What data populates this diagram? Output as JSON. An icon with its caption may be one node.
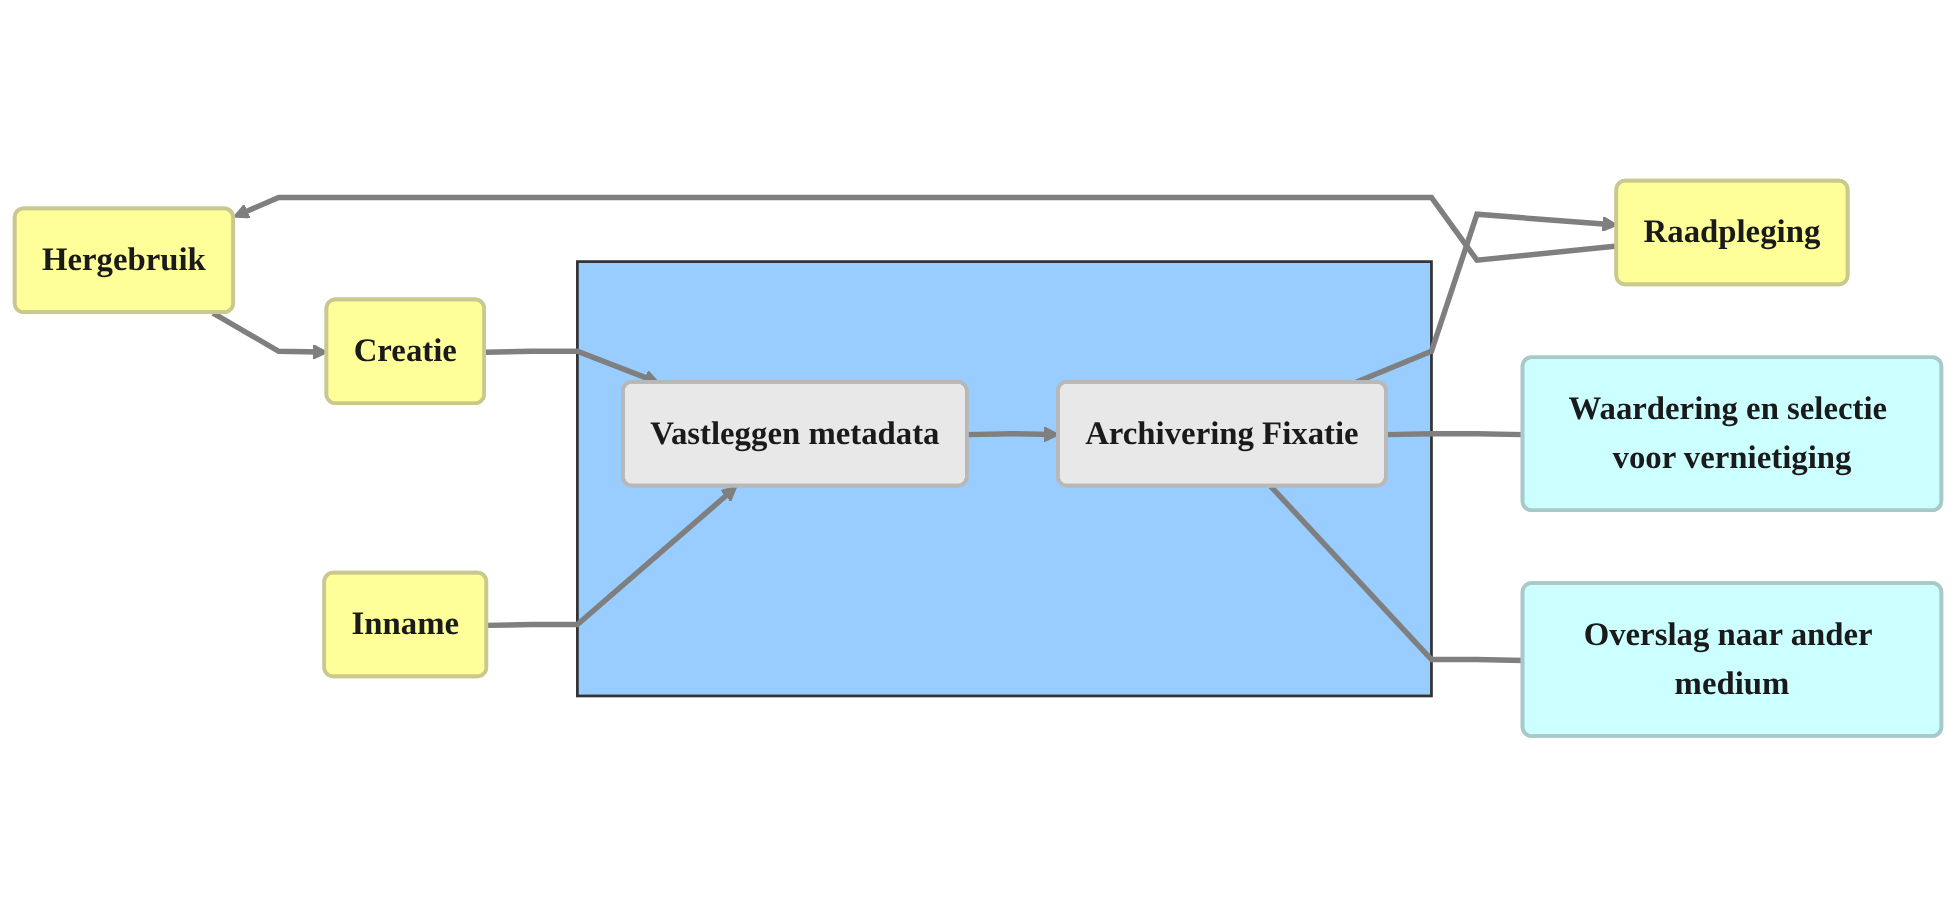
{
  "diagram": {
    "nodes": [
      {
        "text": [
          "Hergebruik"
        ]
      },
      {
        "text": [
          "Raadpleging"
        ]
      },
      {
        "text": [
          "Creatie"
        ]
      },
      {
        "text": [],
        "shape": "box"
      },
      {
        "text": [
          "Vastleggen metadata"
        ],
        "in": 3
      },
      {
        "text": [
          "Archivering Fixatie"
        ],
        "in": 3
      },
      {
        "text": [
          "Waardering en selectie voor vernietiging"
        ]
      },
      {
        "text": [
          "Inname"
        ]
      },
      {
        "text": [
          "Overslag naar ander medium"
        ]
      }
    ],
    "edges": [
      {
        "from": 2,
        "to": 4,
        "arrow": "to"
      },
      {
        "from": 7,
        "to": 4,
        "arrow": "to"
      },
      {
        "from": 4,
        "to": 5,
        "arrow": "to"
      },
      {
        "from": 5,
        "to": 1,
        "arrow": "to"
      },
      {
        "from": 1,
        "to": 0,
        "arrow": "to"
      },
      {
        "from": 0,
        "to": 2,
        "arrow": "to"
      },
      {
        "from": 5,
        "to": 6,
        "arrow": "none"
      },
      {
        "from": 5,
        "to": 8,
        "arrow": "none"
      }
    ]
  }
}
